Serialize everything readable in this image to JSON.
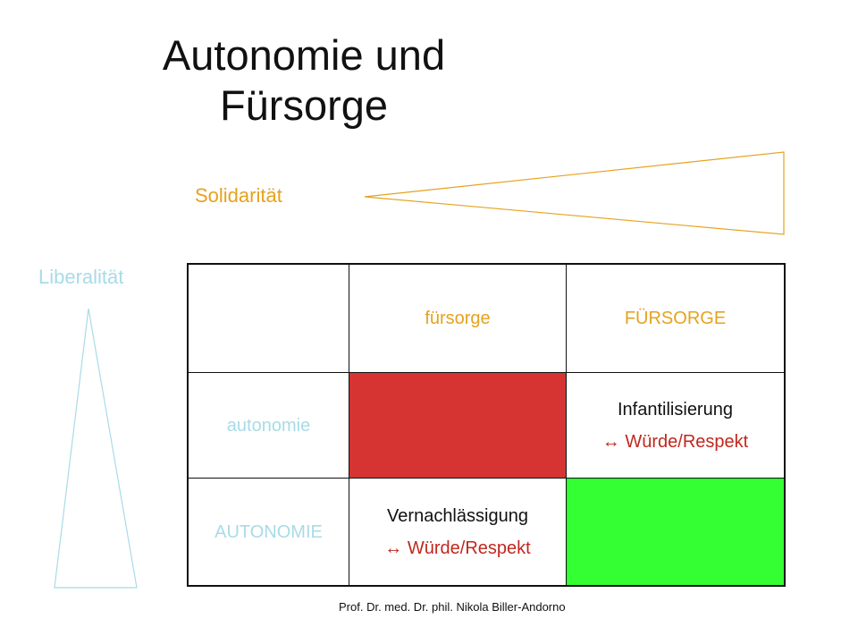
{
  "title": {
    "line1": "Autonomie und",
    "line2": "Fürsorge"
  },
  "labels": {
    "solidaritaet": "Solidarität",
    "liberalitaet": "Liberalität"
  },
  "matrix": {
    "col_headers": [
      "fürsorge",
      "FÜRSORGE"
    ],
    "row_headers": [
      "autonomie",
      "AUTONOMIE"
    ],
    "cells": {
      "r1c2": {
        "line1": "Infantilisierung",
        "line2": "↔ Würde/Respekt"
      },
      "r2c1": {
        "line1": "Vernachlässigung",
        "line2": "↔ Würde/Respekt"
      }
    },
    "fill_colors": {
      "r1c1": "#d63433",
      "r2c2": "#33ff33"
    }
  },
  "colors": {
    "solidaritaet": "#e6a21e",
    "liberalitaet": "#a8dbe8",
    "respekt": "#c0281e"
  },
  "footer": "Prof. Dr. med. Dr. phil. Nikola Biller-Andorno"
}
